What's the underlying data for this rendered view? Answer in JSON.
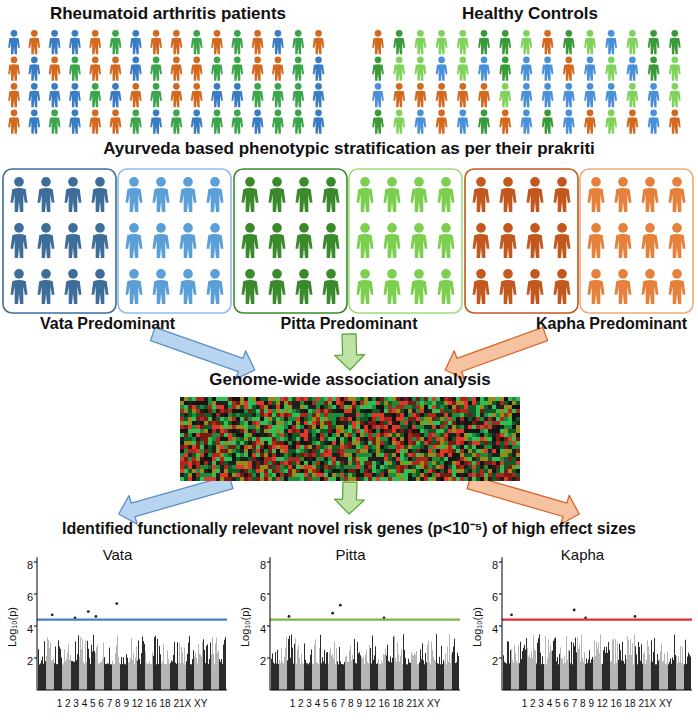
{
  "diagram": {
    "nodes": [
      {
        "text": [
          "Rheumatoid arthritis patients"
        ]
      },
      {
        "text": [
          "Healthy Controls"
        ]
      },
      {
        "text": [
          "Vata Predominant"
        ]
      },
      {
        "text": [
          "Pitta Predominant"
        ]
      },
      {
        "text": [
          "Kapha Predominant"
        ]
      },
      {
        "text": [
          "Genome-wide association analysis"
        ]
      },
      {
        "text": [
          "Identified functionally relevant novel risk genes (p<10⁻⁵) of high effect sizes"
        ]
      },
      {
        "text": [
          "Vata"
        ],
        "in": 6
      },
      {
        "text": [
          "Pitta"
        ],
        "in": 6
      },
      {
        "text": [
          "Kapha"
        ],
        "in": 6
      }
    ],
    "edges": [
      {
        "from": 2,
        "to": 5,
        "arrow": "to"
      },
      {
        "from": 3,
        "to": 5,
        "arrow": "to"
      },
      {
        "from": 4,
        "to": 5,
        "arrow": "to"
      },
      {
        "from": 5,
        "to": 6,
        "arrow": "to"
      },
      {
        "from": 5,
        "to": 6,
        "arrow": "to"
      },
      {
        "from": 5,
        "to": 6,
        "arrow": "to"
      }
    ],
    "labels": [
      "Ayurveda based phenotypic stratification as per their prakriti",
      "Log₁₀(p)",
      "8",
      "6",
      "4",
      "2",
      "1 2 3 4 5 6 7 8 9 12 16 18 21X XY",
      "Log₁₀(p)",
      "8",
      "6",
      "4",
      "2",
      "1 2 3 4 5 6 7 8 9 12 16 18 21X XY",
      "Log₁₀(p)",
      "8",
      "6",
      "4",
      "2",
      "1 2 3 4 5 6 7 8 9 12 16 18 21X XY"
    ]
  }
}
